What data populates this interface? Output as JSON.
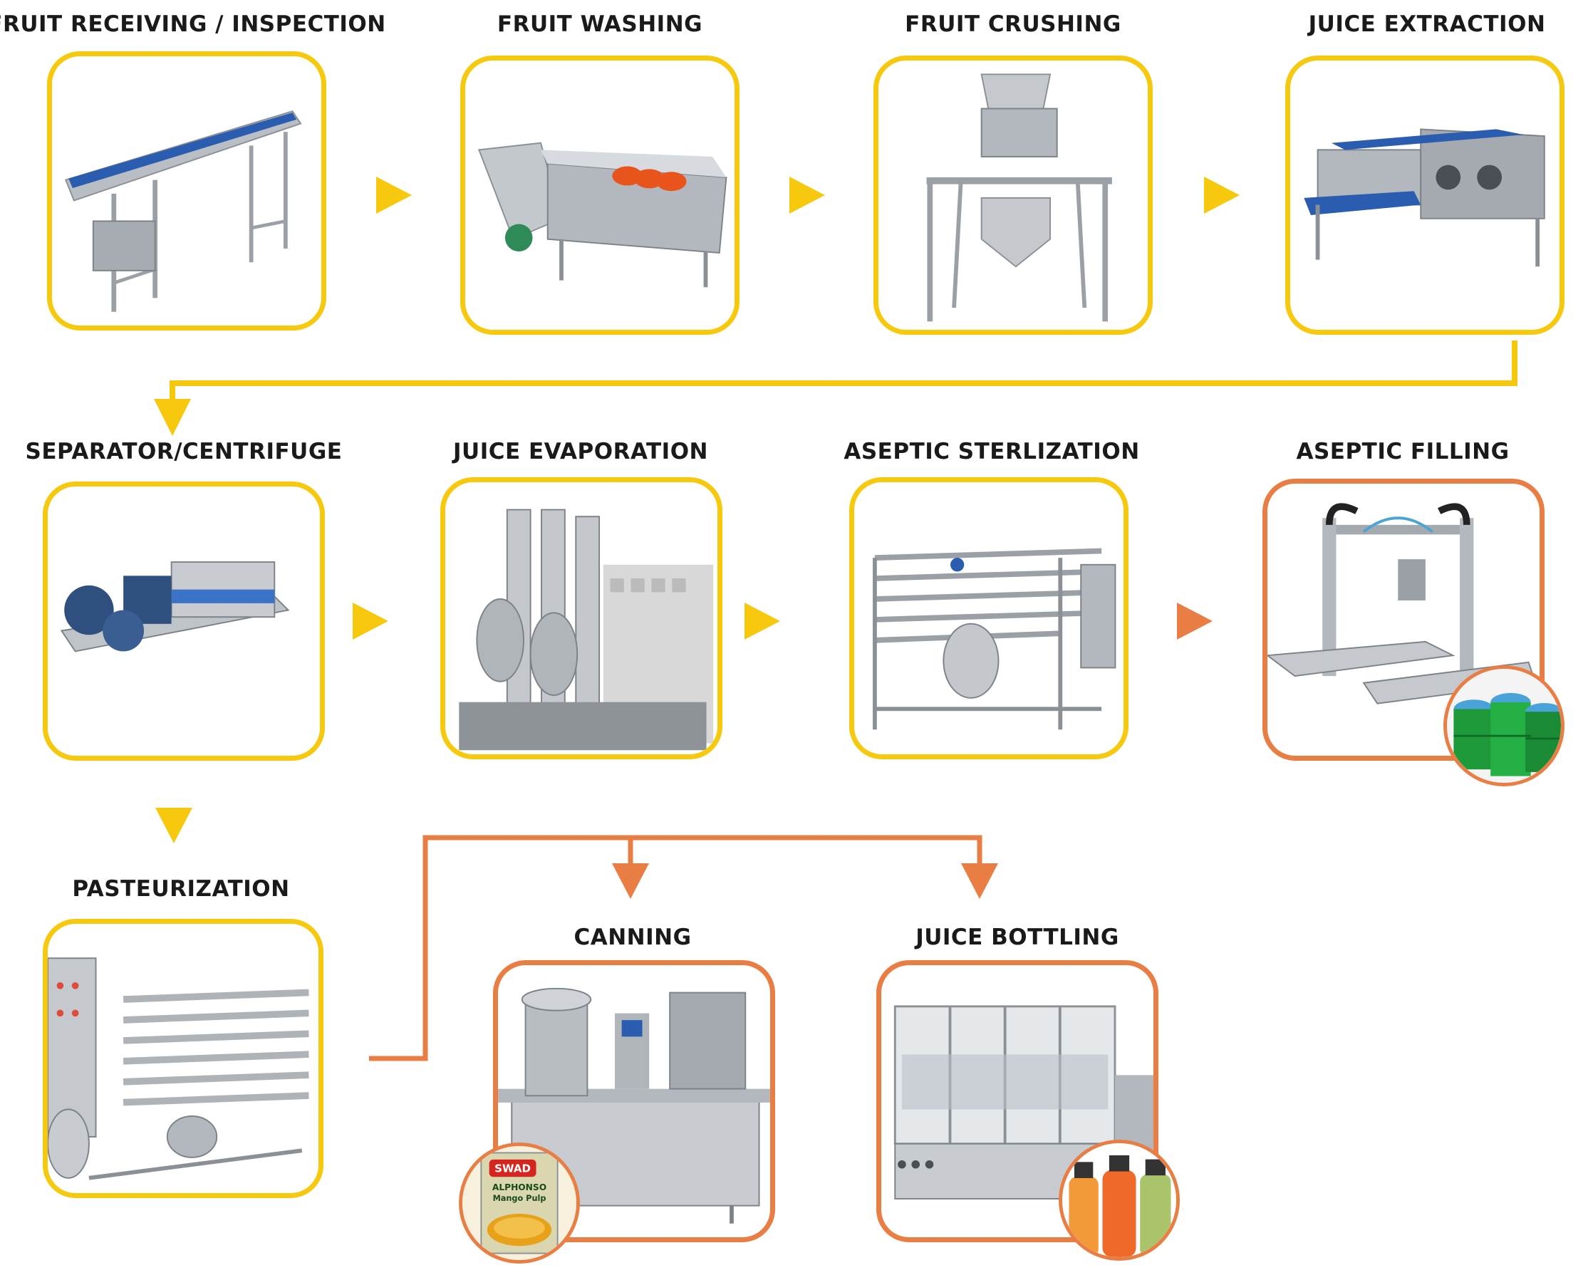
{
  "colors": {
    "yellow": "#f6c90e",
    "orange": "#e97e44",
    "steel": "#b9bec4",
    "belt": "#2a5db0"
  },
  "stages": {
    "receiving": {
      "label": "FRUIT RECEIVING / INSPECTION",
      "icon": "conveyor-icon"
    },
    "washing": {
      "label": "FRUIT WASHING",
      "icon": "washer-icon"
    },
    "crushing": {
      "label": "FRUIT CRUSHING",
      "icon": "crusher-icon"
    },
    "extraction": {
      "label": "JUICE EXTRACTION",
      "icon": "belt-press-icon"
    },
    "separator": {
      "label": "SEPARATOR/CENTRIFUGE",
      "icon": "centrifuge-icon"
    },
    "evaporation": {
      "label": "JUICE EVAPORATION",
      "icon": "evaporator-icon"
    },
    "sterilization": {
      "label": "ASEPTIC STERLIZATION",
      "icon": "tube-sterilizer-icon"
    },
    "aseptic_filling": {
      "label": "ASEPTIC FILLING",
      "icon": "drum-filler-icon"
    },
    "pasteurization": {
      "label": "PASTEURIZATION",
      "icon": "pasteurizer-icon"
    },
    "canning": {
      "label": "CANNING",
      "icon": "canning-machine-icon"
    },
    "bottling": {
      "label": "JUICE BOTTLING",
      "icon": "bottling-machine-icon"
    }
  },
  "badges": {
    "drums": {
      "icon": "green-drums-icon"
    },
    "can": {
      "icon": "mango-pulp-can-icon",
      "brand": "SWAD",
      "line1": "ALPHONSO",
      "line2": "Mango Pulp"
    },
    "bottles": {
      "icon": "juice-bottles-icon"
    }
  }
}
